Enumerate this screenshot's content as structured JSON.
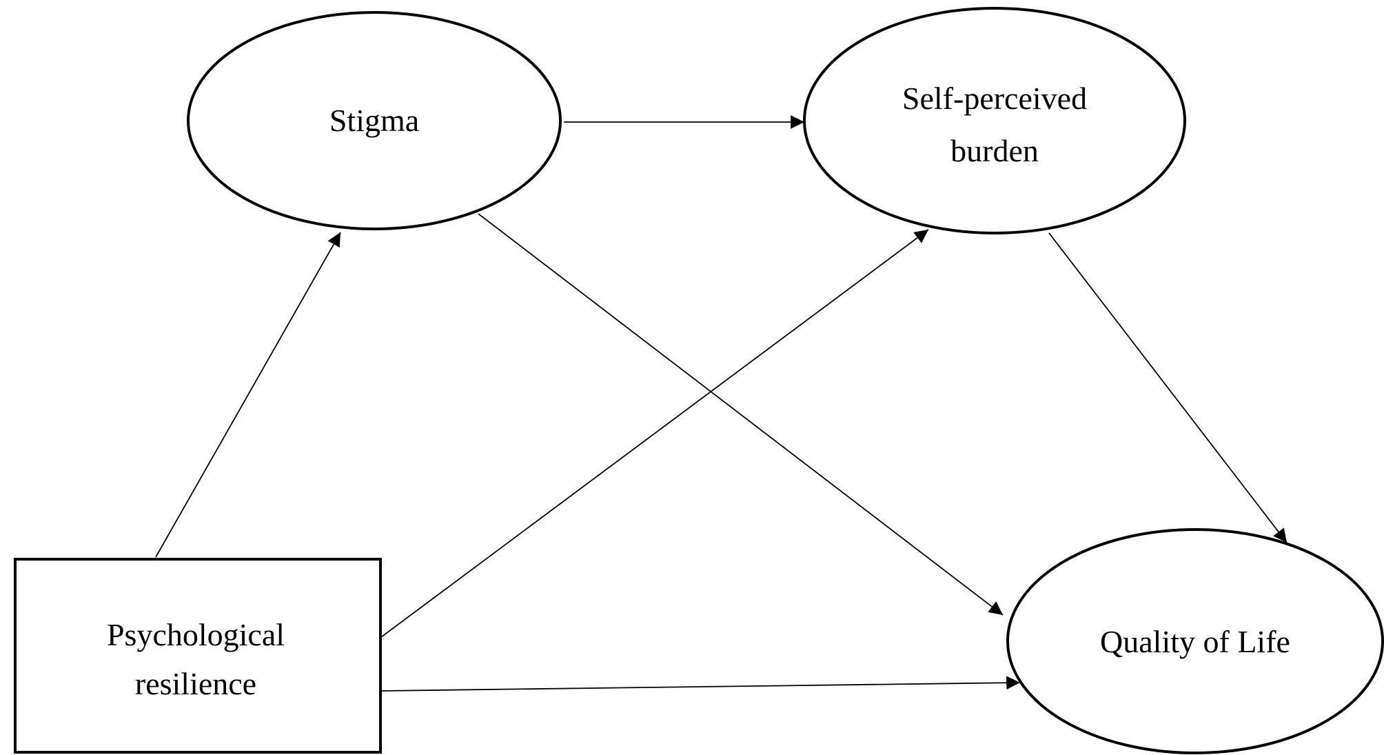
{
  "nodes": {
    "stigma": {
      "lines": [
        "Stigma"
      ],
      "shape": "ellipse"
    },
    "burden": {
      "lines": [
        "Self-perceived",
        "burden"
      ],
      "shape": "ellipse"
    },
    "qol": {
      "lines": [
        "Quality of Life"
      ],
      "shape": "ellipse"
    },
    "resilience": {
      "lines": [
        "Psychological",
        "resilience"
      ],
      "shape": "rectangle"
    }
  },
  "edges": [
    {
      "from": "resilience",
      "to": "stigma"
    },
    {
      "from": "resilience",
      "to": "burden"
    },
    {
      "from": "resilience",
      "to": "qol"
    },
    {
      "from": "stigma",
      "to": "burden"
    },
    {
      "from": "stigma",
      "to": "qol"
    },
    {
      "from": "burden",
      "to": "qol"
    }
  ]
}
